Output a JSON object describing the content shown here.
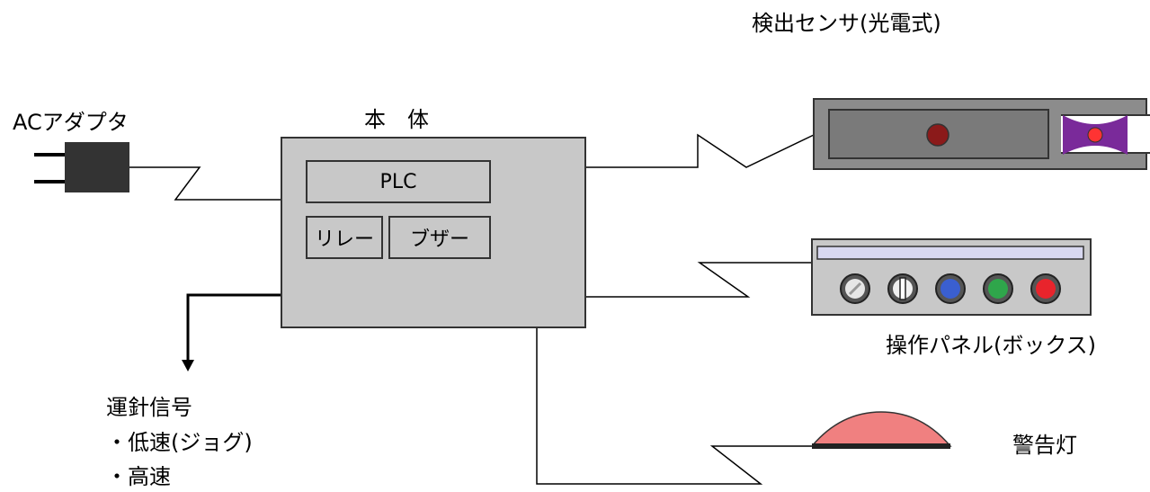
{
  "labels": {
    "sensor": "検出センサ(光電式)",
    "adapter": "ACアダプタ",
    "main_body": "本　体",
    "plc": "PLC",
    "relay": "リレー",
    "buzzer": "ブザー",
    "panel": "操作パネル(ボックス)",
    "needle_signal": "運針信号",
    "low_speed": "・低速(ジョグ)",
    "high_speed": "・高速",
    "warning_light": "警告灯"
  },
  "panel_buttons": [
    {
      "name": "white",
      "color": "#e6e6e6"
    },
    {
      "name": "selector",
      "color": "#f0f0f0"
    },
    {
      "name": "blue",
      "color": "#3a5fd0"
    },
    {
      "name": "green",
      "color": "#2fa64b"
    },
    {
      "name": "red",
      "color": "#e8242c"
    }
  ],
  "colors": {
    "body_fill": "#c8c8c8",
    "sensor_body": "#8c8c8c",
    "sensor_lens": "#8b1a1a",
    "sensor_beam": "#7a2a9a",
    "lamp_dome": "#f08080",
    "panel_strip": "#d8d8f0"
  }
}
